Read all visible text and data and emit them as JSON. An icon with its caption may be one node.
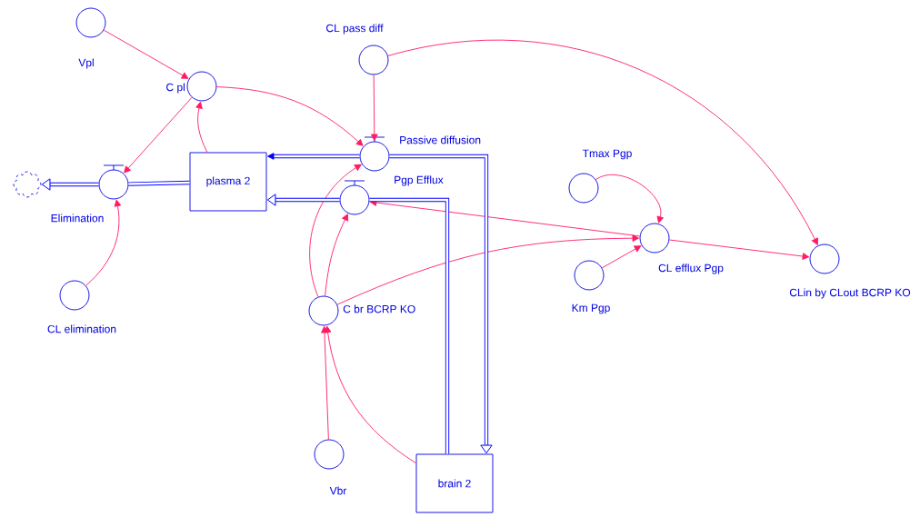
{
  "diagram": {
    "nodes": [
      {
        "text": [
          "Vpl"
        ]
      },
      {
        "text": [
          "CL pass diff"
        ]
      },
      {
        "text": [
          "C pl"
        ]
      },
      {
        "text": [
          "Passive diffusion"
        ]
      },
      {
        "text": [
          "Tmax Pgp"
        ]
      },
      {
        "text": [],
        "shape": "cloud"
      },
      {
        "text": [
          "Elimination"
        ]
      },
      {
        "text": [
          "plasma 2"
        ]
      },
      {
        "text": [
          "Pgp Efflux"
        ]
      },
      {
        "text": [
          "CL efflux Pgp"
        ]
      },
      {
        "text": [
          "CLin by CLout BCRP KO"
        ]
      },
      {
        "text": [
          "Km Pgp"
        ]
      },
      {
        "text": [
          "CL elimination"
        ]
      },
      {
        "text": [
          "C br BCRP KO"
        ]
      },
      {
        "text": [
          "Vbr"
        ]
      },
      {
        "text": [
          "brain 2"
        ]
      }
    ],
    "edges": [
      {
        "from": 0,
        "to": 2,
        "arrow": "to"
      },
      {
        "from": 2,
        "to": 6,
        "arrow": "to"
      },
      {
        "from": 7,
        "to": 2,
        "arrow": "to"
      },
      {
        "from": 2,
        "to": 3,
        "arrow": "to"
      },
      {
        "from": 1,
        "to": 3,
        "arrow": "to"
      },
      {
        "from": 1,
        "to": 10,
        "arrow": "to"
      },
      {
        "from": 12,
        "to": 6,
        "arrow": "to"
      },
      {
        "from": 4,
        "to": 9,
        "arrow": "to"
      },
      {
        "from": 11,
        "to": 9,
        "arrow": "to"
      },
      {
        "from": 9,
        "to": 10,
        "arrow": "to"
      },
      {
        "from": 9,
        "to": 8,
        "arrow": "to"
      },
      {
        "from": 13,
        "to": 9,
        "arrow": "to"
      },
      {
        "from": 13,
        "to": 3,
        "arrow": "to"
      },
      {
        "from": 13,
        "to": 8,
        "arrow": "to"
      },
      {
        "from": 14,
        "to": 13,
        "arrow": "to"
      },
      {
        "from": 15,
        "to": 13,
        "arrow": "to"
      },
      {
        "from": 7,
        "to": 6,
        "arrow": "none",
        "style": "thick",
        "color": "#0000ff"
      },
      {
        "from": 6,
        "to": 5,
        "arrow": "to",
        "style": "thick",
        "color": "#0000ff"
      },
      {
        "from": 3,
        "to": 7,
        "arrow": "to",
        "style": "thick",
        "color": "#0000ff"
      },
      {
        "from": 3,
        "to": 15,
        "arrow": "to",
        "style": "thick",
        "color": "#0000ff"
      },
      {
        "from": 15,
        "to": 8,
        "arrow": "none",
        "style": "thick",
        "color": "#0000ff"
      },
      {
        "from": 8,
        "to": 7,
        "arrow": "to",
        "style": "thick",
        "color": "#0000ff"
      }
    ]
  }
}
